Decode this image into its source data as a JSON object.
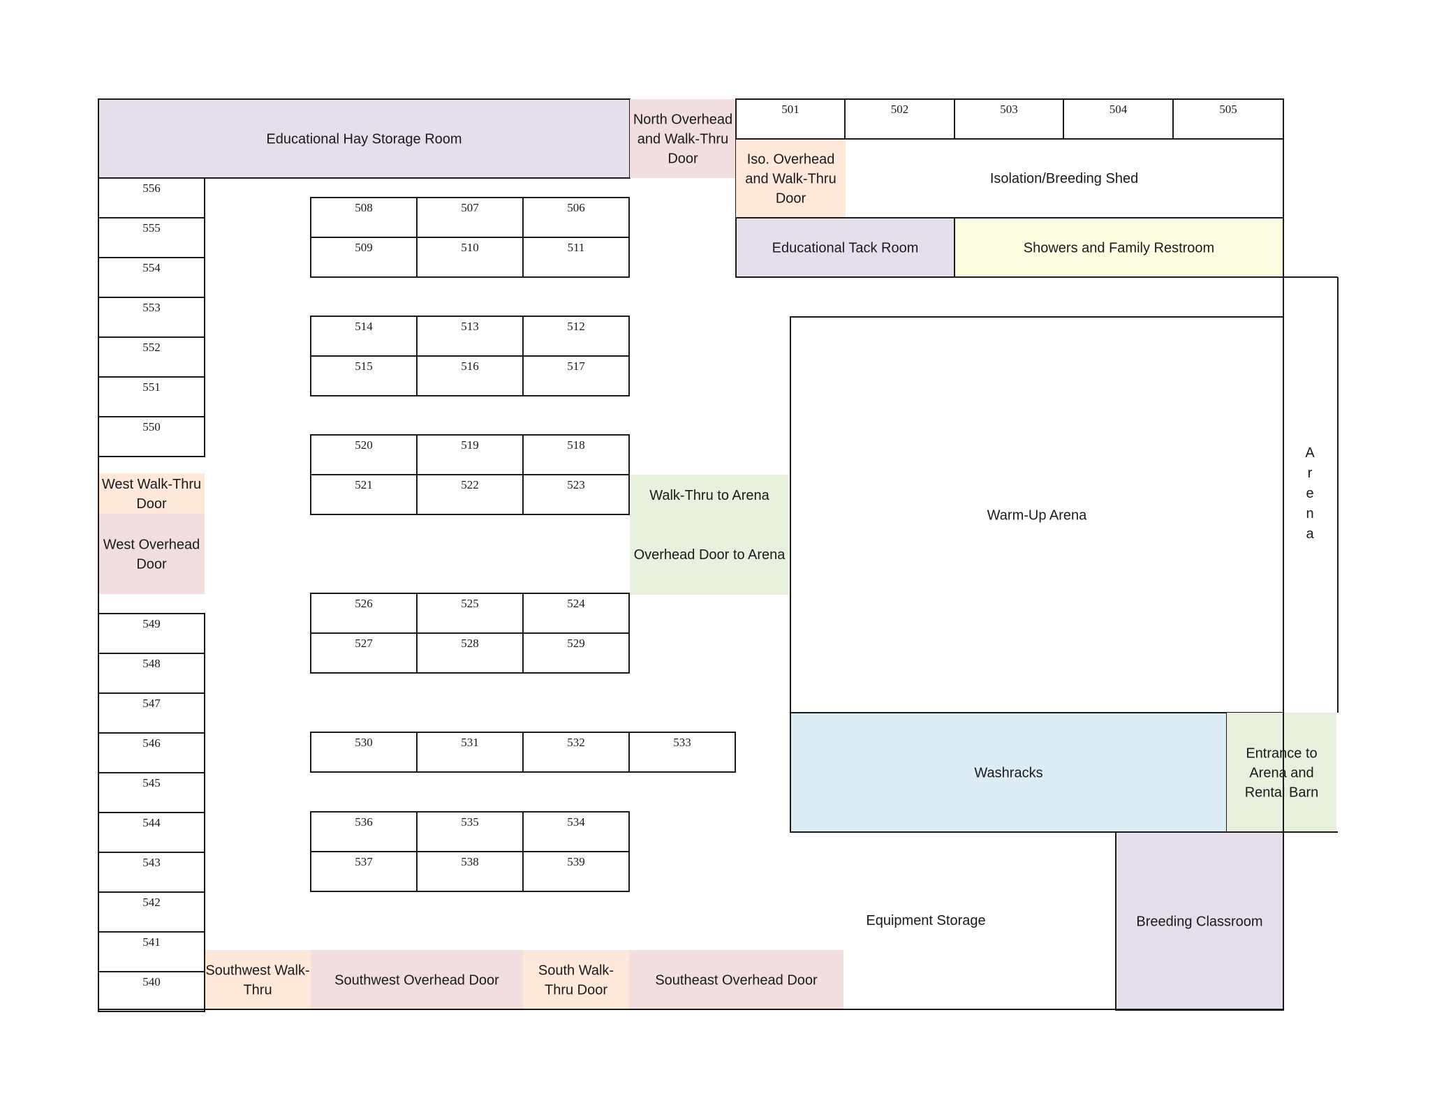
{
  "colors": {
    "lavender": "#e5dfeb",
    "door_pink": "#f1dede",
    "walkthru_peach": "#fde8da",
    "restroom_yellow": "#fdfde2",
    "arena_green": "#e8f0de",
    "washrack_blue": "#dbecf4",
    "white": "#ffffff",
    "line": "#1a1a1a"
  },
  "rooms": {
    "hay_storage": "Educational Hay Storage Room",
    "north_door": "North Overhead and Walk-Thru Door",
    "iso_door": "Iso. Overhead and Walk-Thru Door",
    "iso_shed": "Isolation/Breeding Shed",
    "tack_room": "Educational Tack Room",
    "restroom": "Showers and Family Restroom",
    "west_walk": "West Walk-Thru Door",
    "west_overhead": "West Overhead Door",
    "walk_arena": "Walk-Thru to Arena",
    "overhead_arena": "Overhead Door to Arena",
    "warmup": "Warm-Up Arena",
    "arena": "Arena",
    "washracks": "Washracks",
    "entrance": "Entrance to Arena and Rental Barn",
    "equipment": "Equipment Storage",
    "classroom": "Breeding Classroom",
    "sw_walk": "Southwest Walk-Thru",
    "sw_overhead": "Southwest Overhead Door",
    "s_walk": "South Walk-Thru Door",
    "se_overhead": "Southeast Overhead Door"
  },
  "stalls": {
    "top_row": [
      "501",
      "502",
      "503",
      "504",
      "505"
    ],
    "west_upper": [
      "556",
      "555",
      "554",
      "553",
      "552",
      "551",
      "550"
    ],
    "west_lower": [
      "549",
      "548",
      "547",
      "546",
      "545",
      "544",
      "543",
      "542",
      "541",
      "540"
    ],
    "block1": [
      [
        "508",
        "507",
        "506"
      ],
      [
        "509",
        "510",
        "511"
      ]
    ],
    "block2": [
      [
        "514",
        "513",
        "512"
      ],
      [
        "515",
        "516",
        "517"
      ]
    ],
    "block3": [
      [
        "520",
        "519",
        "518"
      ],
      [
        "521",
        "522",
        "523"
      ]
    ],
    "block4": [
      [
        "526",
        "525",
        "524"
      ],
      [
        "527",
        "528",
        "529"
      ]
    ],
    "row5": [
      "530",
      "531",
      "532",
      "533"
    ],
    "block6": [
      [
        "536",
        "535",
        "534"
      ],
      [
        "537",
        "538",
        "539"
      ]
    ]
  }
}
